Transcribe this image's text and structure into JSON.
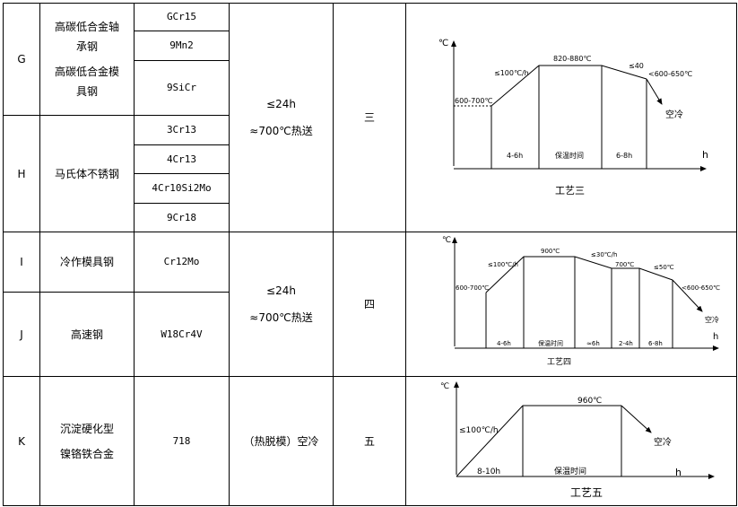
{
  "rows": [
    {
      "code": "G",
      "names": [
        "高碳低合金轴",
        "承钢",
        "高碳低合金模",
        "具钢"
      ],
      "grades": [
        "GCr15",
        "9Mn2",
        "9SiCr"
      ]
    },
    {
      "code": "H",
      "names": [
        "马氏体不锈钢"
      ],
      "grades": [
        "3Cr13",
        "4Cr13",
        "4Cr10Si2Mo",
        "9Cr18"
      ]
    },
    {
      "code": "I",
      "names": [
        "冷作模具钢"
      ],
      "grades": [
        "Cr12Mo"
      ]
    },
    {
      "code": "J",
      "names": [
        "高速钢"
      ],
      "grades": [
        "W18Cr4V"
      ]
    },
    {
      "code": "K",
      "names": [
        "沉淀硬化型",
        "镍铬铁合金"
      ],
      "grades": [
        "718"
      ]
    }
  ],
  "groups": [
    {
      "preheat_lines": [
        "≤24h",
        "≈700℃热送"
      ],
      "process": "三"
    },
    {
      "preheat_lines": [
        "≤24h",
        "≈700℃热送"
      ],
      "process": "四"
    },
    {
      "preheat_lines": [
        "（热脱模）空冷"
      ],
      "process": "五"
    }
  ],
  "diagrams": {
    "three": {
      "temp_unit": "℃",
      "time_unit": "h",
      "start_temp": "600-700℃",
      "heat_rate": "≤100℃/h",
      "hold_temp": "820-880℃",
      "cool_rate": "≤40",
      "end_temp": "<600-650℃",
      "cooling": "空冷",
      "stages": [
        "4-6h",
        "保温时间",
        "6-8h"
      ],
      "caption": "工艺三"
    },
    "four": {
      "temp_unit": "℃",
      "time_unit": "h",
      "start_temp": "600-700℃",
      "heat_rate": "≤100℃/h",
      "hold_temp": "900℃",
      "cool_rate_1": "≤30℃/h",
      "mid_temp": "700℃",
      "cool_rate_2": "≤50℃",
      "end_temp": "<600-650℃",
      "cooling": "空冷",
      "stages": [
        "4-6h",
        "保温时间",
        "≈6h",
        "2-4h",
        "6-8h"
      ],
      "caption": "工艺四"
    },
    "five": {
      "temp_unit": "℃",
      "time_unit": "h",
      "heat_rate": "≤100℃/h",
      "hold_temp": "960℃",
      "cooling": "空冷",
      "stages": [
        "8-10h",
        "保温时间"
      ],
      "caption": "工艺五"
    }
  }
}
